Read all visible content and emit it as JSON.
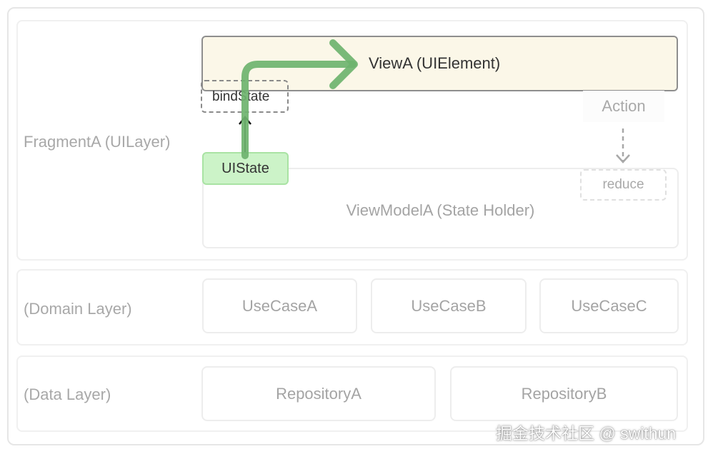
{
  "layers": {
    "ui": {
      "label": "FragmentA (UILayer)"
    },
    "domain": {
      "label": "(Domain Layer)",
      "use_cases": [
        "UseCaseA",
        "UseCaseB",
        "UseCaseC"
      ]
    },
    "data": {
      "label": "(Data Layer)",
      "repositories": [
        "RepositoryA",
        "RepositoryB"
      ]
    }
  },
  "nodes": {
    "view": "ViewA (UIElement)",
    "bind_state": "bindState",
    "ui_state": "UIState",
    "view_model": "ViewModelA (State Holder)",
    "action": "Action",
    "reduce": "reduce"
  },
  "watermark": "掘金技术社区 @ swithun",
  "colors": {
    "view_fill": "#fbf7e8",
    "ui_state_fill": "#ccf3c8",
    "flow_arrow": "#6eb36e"
  }
}
